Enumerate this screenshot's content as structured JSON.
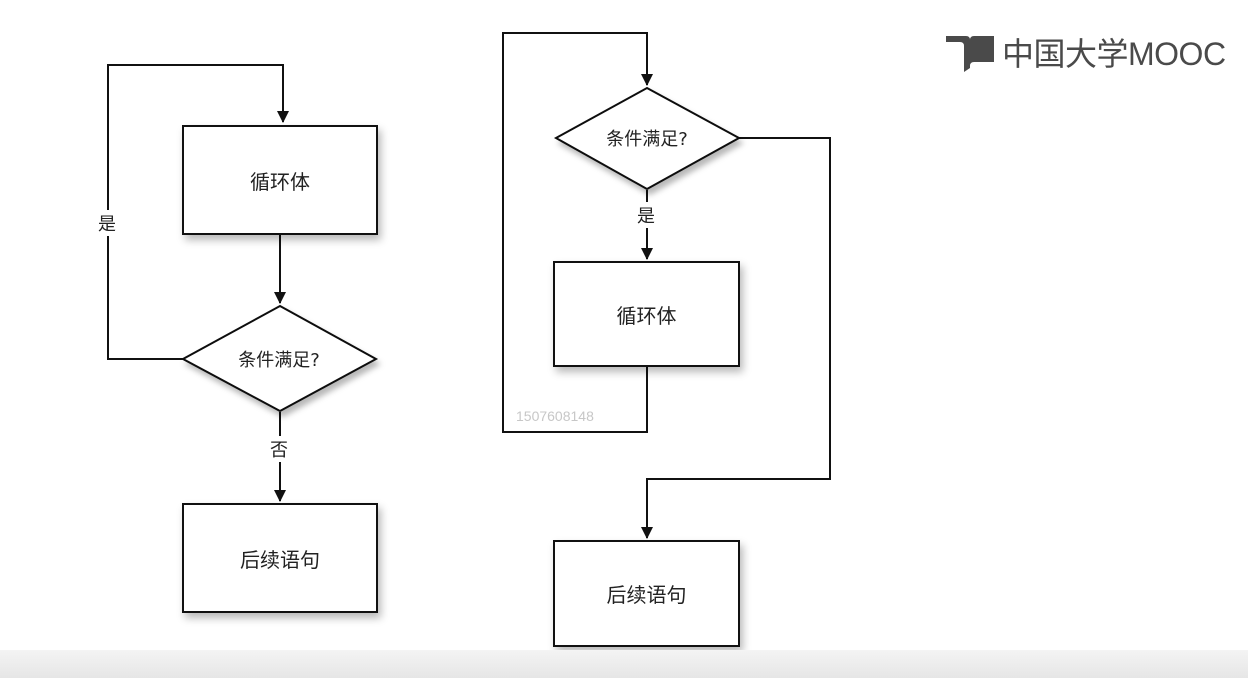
{
  "logo": {
    "text": "中国大学MOOC"
  },
  "left_flow": {
    "loop_body": "循环体",
    "condition": "条件满足?",
    "yes_label": "是",
    "no_label": "否",
    "next_statement": "后续语句"
  },
  "right_flow": {
    "condition": "条件满足?",
    "yes_label": "是",
    "loop_body": "循环体",
    "next_statement": "后续语句"
  },
  "watermark": "1507608148"
}
